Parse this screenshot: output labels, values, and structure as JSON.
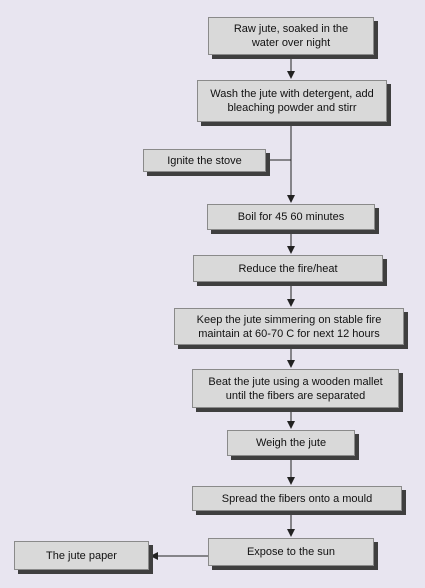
{
  "steps": {
    "raw_jute": [
      "Raw jute, soaked in the",
      "water over night"
    ],
    "wash": [
      "Wash the jute with detergent, add",
      "bleaching powder and stirr"
    ],
    "ignite": "Ignite the stove",
    "boil": "Boil for 45  60 minutes",
    "reduce": "Reduce the fire/heat",
    "simmer": [
      "Keep the jute simmering on stable fire",
      "maintain at 60-70   C for next 12 hours"
    ],
    "beat": [
      "Beat the jute using a wooden mallet",
      "until the fibers are separated"
    ],
    "weigh": "Weigh the jute",
    "spread": "Spread the fibers onto a mould",
    "expose": "Expose to the sun",
    "result": "The jute paper"
  },
  "colors": {
    "background": "#e8e5f0",
    "box_fill": "#d9d9d9",
    "box_shadow": "#3f3f3f",
    "arrow": "#222222"
  }
}
